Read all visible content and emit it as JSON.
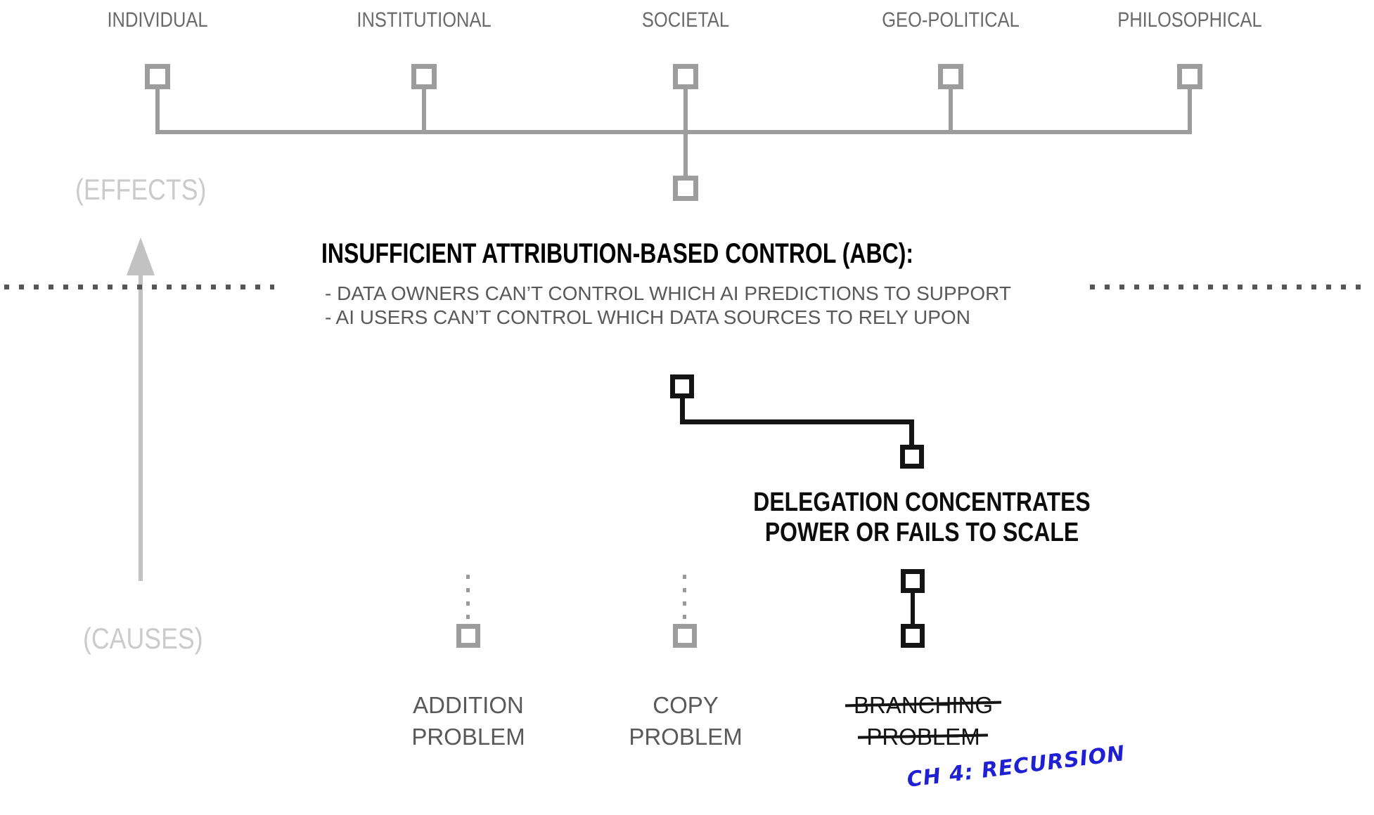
{
  "palette": {
    "structure_gray": "#9d9d9d",
    "top_label_gray": "#6a6a6a",
    "faint_gray": "#cbcbcb",
    "arrow_gray": "#c2c2c2",
    "dot_gray": "#565656",
    "body_gray": "#595959",
    "black": "#141414",
    "annotation_blue": "#1f1fd4"
  },
  "categories": [
    {
      "label": "INDIVIDUAL"
    },
    {
      "label": "INSTITUTIONAL"
    },
    {
      "label": "SOCIETAL"
    },
    {
      "label": "GEO-POLITICAL"
    },
    {
      "label": "PHILOSOPHICAL"
    }
  ],
  "axis": {
    "effects_label": "(EFFECTS)",
    "causes_label": "(CAUSES)"
  },
  "abc": {
    "title": "INSUFFICIENT ATTRIBUTION-BASED CONTROL (ABC):",
    "bullets": [
      "- DATA OWNERS CAN’T CONTROL WHICH AI PREDICTIONS TO SUPPORT",
      "- AI USERS CAN’T CONTROL WHICH DATA SOURCES TO RELY UPON"
    ]
  },
  "delegation": {
    "line1": "DELEGATION CONCENTRATES",
    "line2": "POWER OR FAILS TO SCALE"
  },
  "problems": [
    {
      "line1": "ADDITION",
      "line2": "PROBLEM",
      "struck": false
    },
    {
      "line1": "COPY",
      "line2": "PROBLEM",
      "struck": false
    },
    {
      "line1": "BRANCHING",
      "line2": "PROBLEM",
      "struck": true
    }
  ],
  "annotation": {
    "text": "CH 4: RECURSION"
  }
}
